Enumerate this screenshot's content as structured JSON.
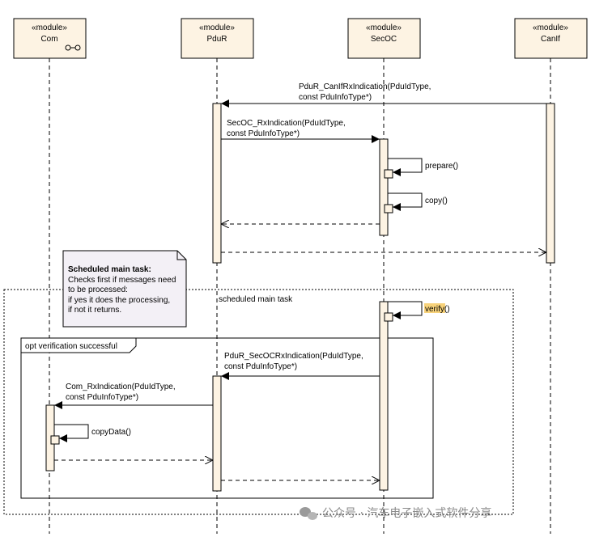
{
  "lifelines": [
    {
      "id": "com",
      "stereotype": "«module»",
      "name": "Com"
    },
    {
      "id": "pdur",
      "stereotype": "«module»",
      "name": "PduR"
    },
    {
      "id": "secoc",
      "stereotype": "«module»",
      "name": "SecOC"
    },
    {
      "id": "canif",
      "stereotype": "«module»",
      "name": "CanIf"
    }
  ],
  "messages": {
    "canif_to_pdur": [
      "PduR_CanIfRxIndication(PduIdType,",
      "const PduInfoType*)"
    ],
    "pdur_to_secoc": [
      "SecOC_RxIndication(PduIdType,",
      "const PduInfoType*)"
    ],
    "prepare": "prepare()",
    "copy": "copy()",
    "verify": "verify()",
    "secoc_to_pdur": [
      "PduR_SecOCRxIndication(PduIdType,",
      "const PduInfoType*)"
    ],
    "pdur_to_com": [
      "Com_RxIndication(PduIdType,",
      "const PduInfoType*)"
    ],
    "copy_data": "copyData()"
  },
  "note": {
    "title": "Scheduled main task:",
    "lines": [
      "Checks first if  messages need",
      "to be processed:",
      "if yes it does the processing,",
      "if not it returns."
    ]
  },
  "frames": {
    "scheduled_label": "scheduled main task",
    "opt_label": "opt verification successful"
  },
  "watermark": "公众号 · 汽车电子嵌入式软件分享",
  "colors": {
    "box_fill": "#fdf3e3",
    "note_fill": "#f3f0f6",
    "highlight": "#f7d27a",
    "line": "#000000"
  }
}
